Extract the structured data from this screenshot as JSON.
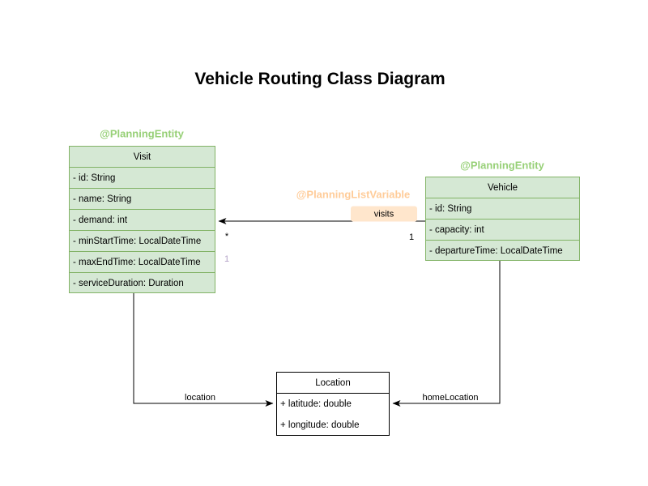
{
  "title": "Vehicle Routing Class Diagram",
  "colors": {
    "green_fill": "#d5e8d4",
    "green_border": "#82b366",
    "green_annotation": "#97d077",
    "orange_annotation": "#ffcc99",
    "orange_badge_fill": "#ffe6cc",
    "purple_multiplicity": "#b3a2c7",
    "plain_border": "#000000",
    "edge_color": "#000000"
  },
  "classes": {
    "visit": {
      "annotation": "@PlanningEntity",
      "name": "Visit",
      "attributes": [
        "- id: String",
        "- name: String",
        "- demand: int",
        "- minStartTime: LocalDateTime",
        "- maxEndTime: LocalDateTime",
        "- serviceDuration: Duration"
      ]
    },
    "vehicle": {
      "annotation": "@PlanningEntity",
      "name": "Vehicle",
      "attributes": [
        "- id: String",
        "- capacity: int",
        "- departureTime: LocalDateTime"
      ]
    },
    "location": {
      "name": "Location",
      "attributes": [
        "+ latitude: double",
        "+ longitude: double"
      ]
    }
  },
  "edges": {
    "visits": {
      "annotation": "@PlanningListVariable",
      "label": "visits",
      "multiplicity_at_visit": "*",
      "multiplicity_at_vehicle": "1",
      "secondary_multiplicity_at_visit": "1"
    },
    "location": {
      "label": "location"
    },
    "home_location": {
      "label": "homeLocation"
    }
  }
}
